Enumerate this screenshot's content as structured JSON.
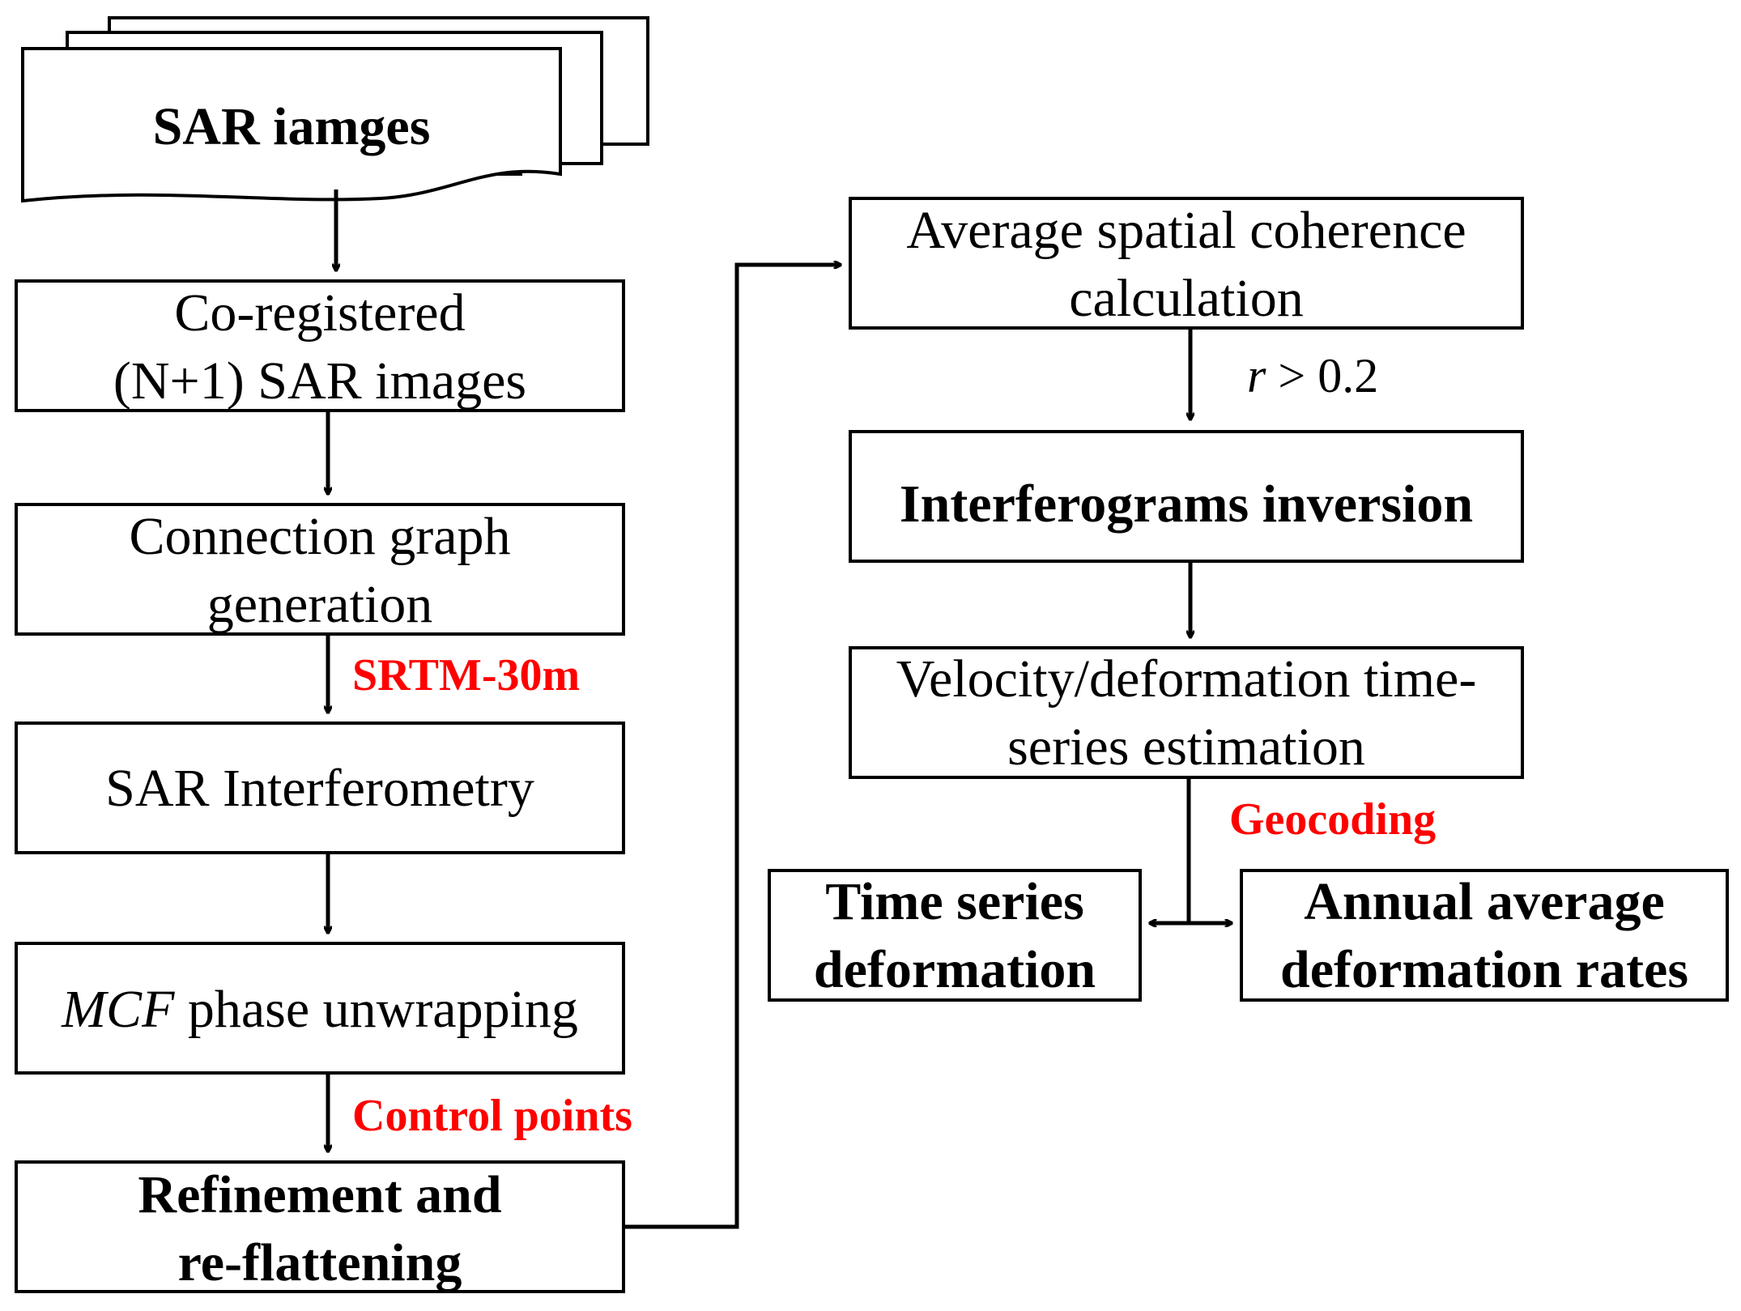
{
  "nodes": {
    "sar_images": {
      "lines": [
        "SAR iamges"
      ]
    },
    "coregistered": {
      "lines": [
        "Co-registered",
        "(N+1) SAR images"
      ]
    },
    "connection_graph": {
      "lines": [
        "Connection graph",
        "generation"
      ]
    },
    "sar_interferometry": {
      "lines": [
        "SAR Interferometry"
      ]
    },
    "mcf_unwrapping": {
      "italic_part": "MCF",
      "rest": " phase unwrapping"
    },
    "refinement": {
      "lines": [
        "Refinement and",
        "re-flattening"
      ]
    },
    "avg_coherence": {
      "lines": [
        "Average spatial coherence",
        "calculation"
      ]
    },
    "interferograms_inversion": {
      "lines": [
        "Interferograms inversion"
      ]
    },
    "velocity_estimation": {
      "lines": [
        "Velocity/deformation time-",
        "series estimation"
      ]
    },
    "time_series_deformation": {
      "lines": [
        "Time series",
        "deformation"
      ]
    },
    "annual_rates": {
      "lines": [
        "Annual average",
        "deformation rates"
      ]
    }
  },
  "edge_labels": {
    "srtm": "SRTM-30m",
    "control_points": "Control points",
    "geocoding": "Geocoding",
    "coherence_var": "r",
    "coherence_rest": " > 0.2"
  },
  "colors": {
    "highlight": "#ff0000",
    "stroke": "#000000"
  }
}
